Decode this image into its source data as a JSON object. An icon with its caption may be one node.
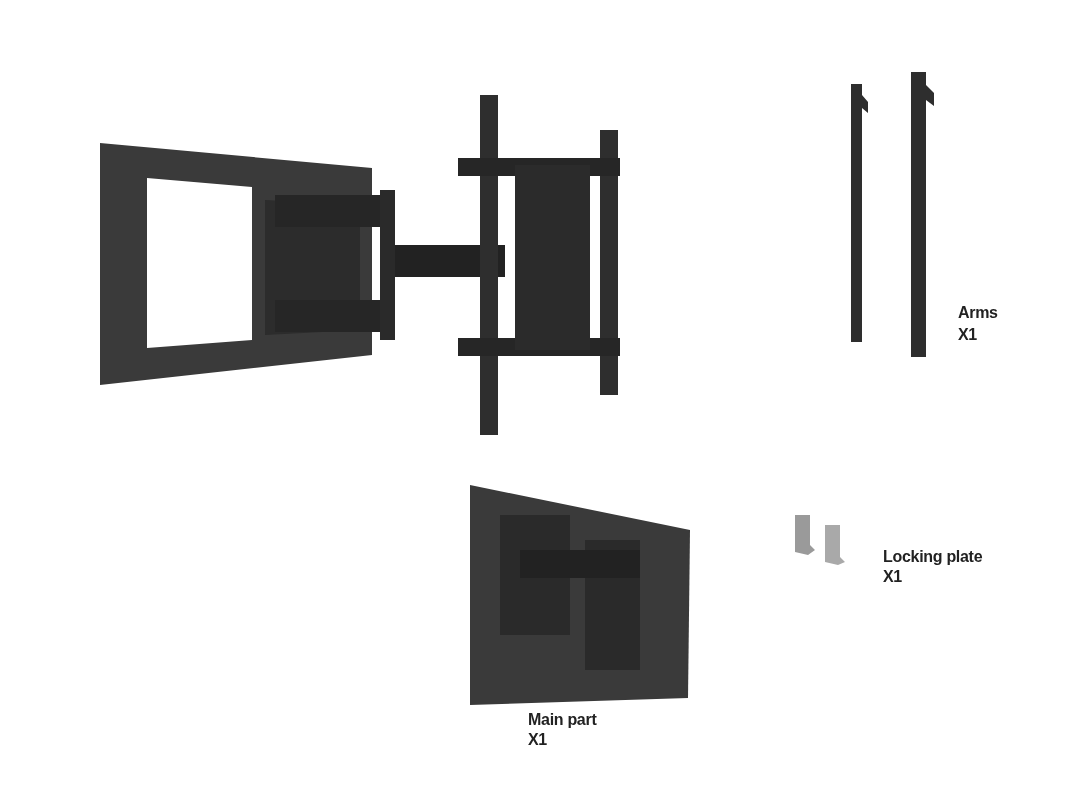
{
  "diagram": {
    "labels": [
      "Arms",
      "X1",
      "Locking plate",
      "X1",
      "Main part",
      "X1"
    ]
  }
}
